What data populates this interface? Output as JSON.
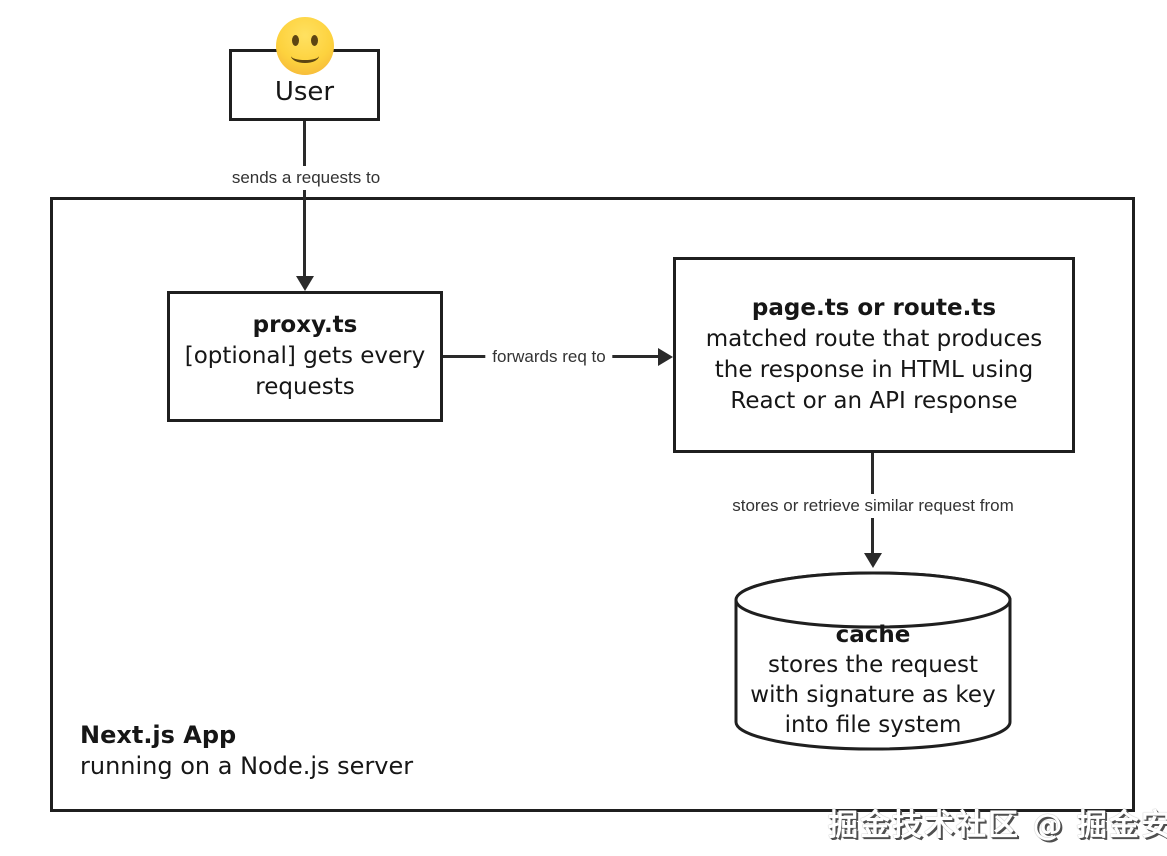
{
  "colors": {
    "background": "#ffffff",
    "line": "#2a2a2a",
    "node_border": "#1f1f1f",
    "node_text": "#161616",
    "edge_label_text": "#333333",
    "emoji_yellow": "#fdd23e",
    "watermark_fill": "#ffffff",
    "watermark_shadow": "#4f4f4f"
  },
  "nodes": {
    "user": {
      "label": "User",
      "icon": "slightly-smiling-face-emoji"
    },
    "proxy": {
      "title": "proxy.ts",
      "desc": [
        "[optional] gets every",
        "requests"
      ]
    },
    "page": {
      "title": "page.ts or route.ts",
      "desc": [
        "matched route that produces",
        "the response in HTML using",
        "React or an API response"
      ]
    },
    "cache": {
      "title": "cache",
      "desc": [
        "stores the request",
        "with signature as key",
        "into file system"
      ],
      "shape": "database-cylinder"
    }
  },
  "edges": {
    "user_to_proxy": {
      "label": "sends a requests to",
      "direction": "down"
    },
    "proxy_to_page": {
      "label": "forwards req to",
      "direction": "right"
    },
    "page_to_cache": {
      "label": "stores or retrieve similar request from",
      "direction": "down"
    }
  },
  "container": {
    "title": "Next.js App",
    "subtitle": "running on a Node.js server"
  },
  "watermark": {
    "text": "掘金技术社区 @ 掘金安东尼"
  }
}
